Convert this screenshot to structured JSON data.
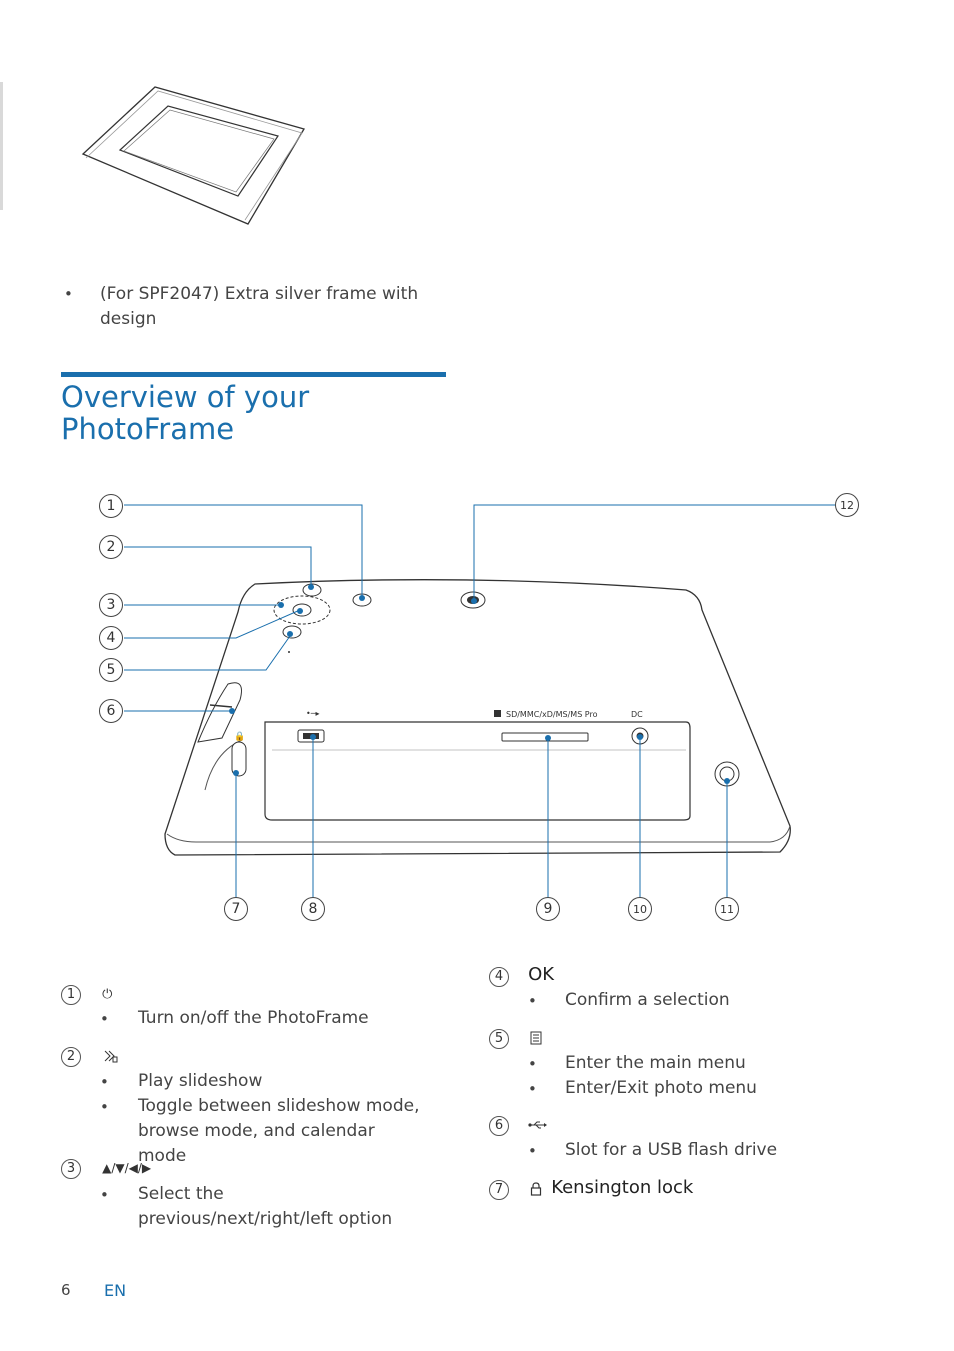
{
  "accessory_bullet": "(For SPF2047) Extra silver frame with design",
  "section_heading": "Overview of your PhotoFrame",
  "diagram": {
    "callouts": [
      "1",
      "2",
      "3",
      "4",
      "5",
      "6",
      "7",
      "8",
      "9",
      "10",
      "11",
      "12"
    ],
    "port_labels": {
      "usb": "•—",
      "card_slot": "SD/MMC/xD/MS/MS Pro",
      "dc": "DC"
    }
  },
  "items": [
    {
      "num": "1",
      "symbol": "⏻",
      "title": "",
      "bullets": [
        "Turn on/off the PhotoFrame"
      ]
    },
    {
      "num": "2",
      "symbol": "slideshow-icon",
      "title": "",
      "bullets": [
        "Play slideshow",
        "Toggle between slideshow mode, browse mode, and calendar mode"
      ]
    },
    {
      "num": "3",
      "symbol": "▲/▼/◀/▶",
      "title": "",
      "bullets": [
        "Select the previous/next/right/left option"
      ]
    },
    {
      "num": "4",
      "symbol": "",
      "title": "OK",
      "bullets": [
        "Confirm a selection"
      ]
    },
    {
      "num": "5",
      "symbol": "menu-icon",
      "title": "",
      "bullets": [
        "Enter the main menu",
        "Enter/Exit photo menu"
      ]
    },
    {
      "num": "6",
      "symbol": "usb-icon",
      "title": "",
      "bullets": [
        "Slot for a USB flash drive"
      ]
    },
    {
      "num": "7",
      "symbol": "lock-icon",
      "title": "Kensington lock",
      "bullets": []
    }
  ],
  "footer": {
    "page_number": "6",
    "language": "EN"
  },
  "colors": {
    "accent": "#1a6fad",
    "text": "#444444"
  }
}
